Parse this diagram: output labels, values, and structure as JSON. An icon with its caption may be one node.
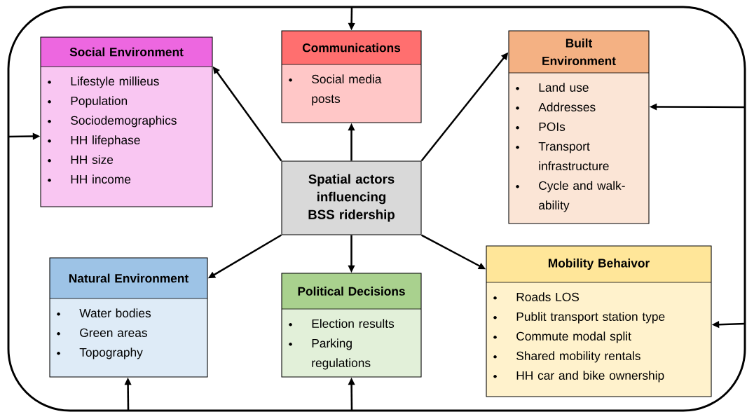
{
  "diagram": {
    "nodes": [
      {
        "text": [
          "Social Environment",
          "Lifestyle millieus",
          "Population",
          "Sociodemographics",
          "HH lifephase",
          "HH size",
          "HH income"
        ]
      },
      {
        "text": [
          "Communications",
          "Social media posts"
        ]
      },
      {
        "text": [
          "Built Environment",
          "Land use",
          "Addresses",
          "POIs",
          "Transport infrastructure",
          "Cycle and walk-ability"
        ]
      },
      {
        "text": [
          "Spatial actors influencing BSS ridership"
        ]
      },
      {
        "text": [
          "Natural Environment",
          "Water bodies",
          "Green areas",
          "Topography"
        ]
      },
      {
        "text": [
          "Political Decisions",
          "Election results",
          "Parking regulations"
        ]
      },
      {
        "text": [
          "Mobility Behaivor",
          "Roads LOS",
          "Publit transport station type",
          "Commute modal split",
          "Shared mobility rentals",
          "HH car and bike ownership"
        ]
      }
    ],
    "edges": [
      {
        "from": 3,
        "to": 0,
        "arrow": "to"
      },
      {
        "from": 3,
        "to": 1,
        "arrow": "to"
      },
      {
        "from": 3,
        "to": 2,
        "arrow": "to"
      },
      {
        "from": 3,
        "to": 4,
        "arrow": "to"
      },
      {
        "from": 3,
        "to": 5,
        "arrow": "to"
      },
      {
        "from": 3,
        "to": 6,
        "arrow": "to"
      },
      {
        "from": null,
        "to": 1,
        "arrow": "to"
      },
      {
        "from": null,
        "to": 0,
        "arrow": "to"
      },
      {
        "from": null,
        "to": 2,
        "arrow": "to"
      },
      {
        "from": null,
        "to": 6,
        "arrow": "to"
      },
      {
        "from": null,
        "to": 4,
        "arrow": "to"
      },
      {
        "from": null,
        "to": 5,
        "arrow": "to"
      }
    ]
  }
}
